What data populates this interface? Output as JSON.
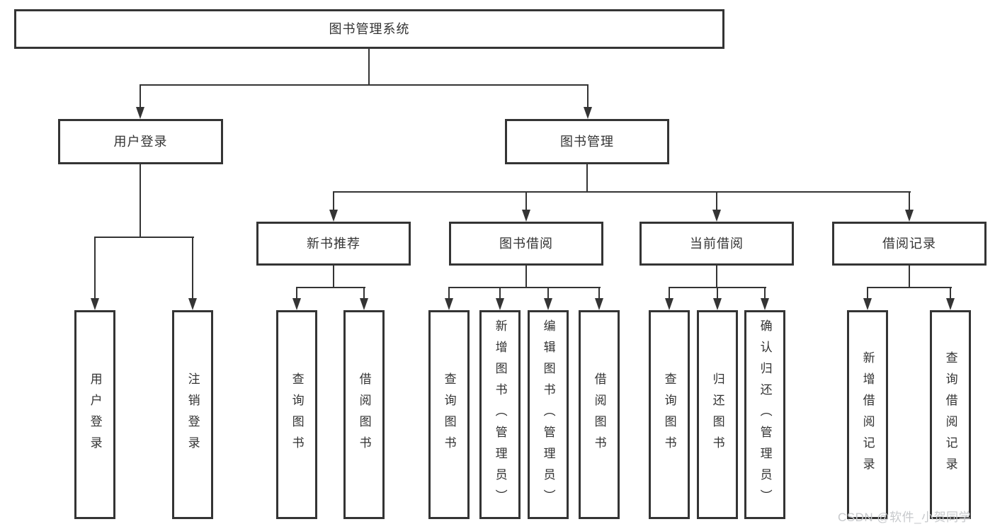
{
  "diagram": {
    "root": {
      "label": "图书管理系统"
    },
    "level2": [
      {
        "label": "用户登录"
      },
      {
        "label": "图书管理"
      }
    ],
    "level3": [
      {
        "label": "新书推荐"
      },
      {
        "label": "图书借阅"
      },
      {
        "label": "当前借阅"
      },
      {
        "label": "借阅记录"
      }
    ],
    "leaves": {
      "user_login": [
        "用户登录",
        "注销登录"
      ],
      "new_book": [
        "查询图书",
        "借阅图书"
      ],
      "book_borrow": [
        "查询图书",
        "新增图书（管理员）",
        "编辑图书（管理员）",
        "借阅图书"
      ],
      "current_borrow": [
        "查询图书",
        "归还图书",
        "确认归还（管理员）"
      ],
      "borrow_record": [
        "新增借阅记录",
        "查询借阅记录"
      ]
    }
  },
  "watermark": {
    "text": "CSDN @软件_小贺同学"
  },
  "colors": {
    "line": "#343434",
    "text": "#333333",
    "watermark": "#c7c9cc",
    "background": "#ffffff"
  }
}
